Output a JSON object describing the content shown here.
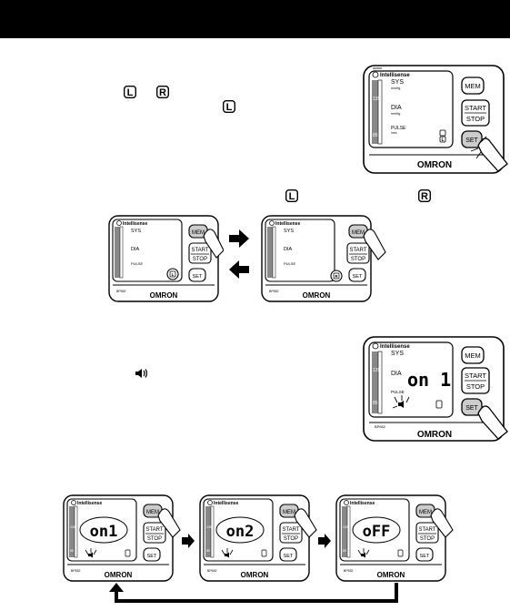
{
  "brand": "OMRON",
  "series_mark": "Intellisense",
  "model": "BP652",
  "buttons": {
    "mem": "MEM",
    "start": "START",
    "stop": "STOP",
    "set": "SET"
  },
  "labels": {
    "sys": "SYS",
    "dia": "DIA",
    "pulse": "PULSE",
    "unit_mmhg": "mmHg",
    "unit_min": "/min"
  },
  "scale": {
    "upper": "135",
    "lower": "85"
  },
  "icons": {
    "left_wrist": "L",
    "right_wrist": "R",
    "speaker": "speaker-icon"
  },
  "display": {
    "beep_on1": "on 1",
    "sequence": [
      "on1",
      "on2",
      "oFF"
    ]
  }
}
